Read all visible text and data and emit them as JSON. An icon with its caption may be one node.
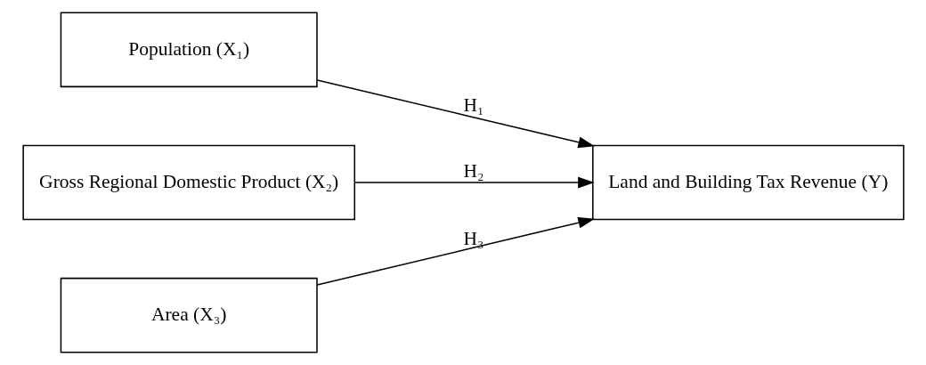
{
  "diagram": {
    "nodes": [
      {
        "text": [
          "Population (X₁)"
        ]
      },
      {
        "text": [
          "Gross Regional Domestic Product (X₂)"
        ]
      },
      {
        "text": [
          "Area (X₃)"
        ]
      },
      {
        "text": [
          "Land and Building Tax Revenue (Y)"
        ]
      }
    ],
    "edges": [
      {
        "from": 0,
        "to": 3,
        "arrow": "to",
        "label": "H₁"
      },
      {
        "from": 1,
        "to": 3,
        "arrow": "to",
        "label": "H₂"
      },
      {
        "from": 2,
        "to": 3,
        "arrow": "to",
        "label": "H₃"
      }
    ]
  }
}
